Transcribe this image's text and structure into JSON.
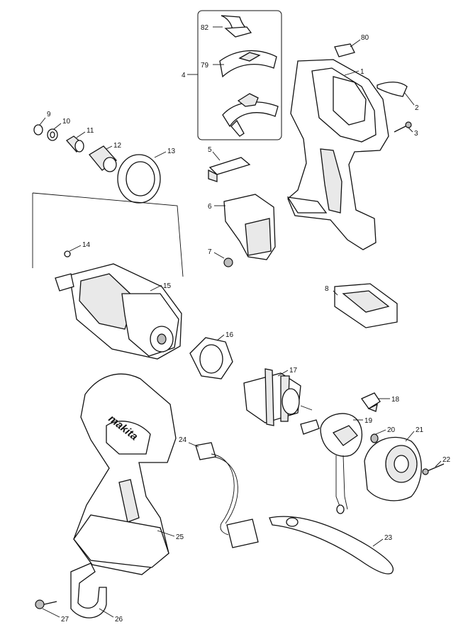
{
  "diagram": {
    "logo_text": "makita",
    "callouts": [
      {
        "key": "c1",
        "label": "1"
      },
      {
        "key": "c2",
        "label": "2"
      },
      {
        "key": "c3",
        "label": "3"
      },
      {
        "key": "c4",
        "label": "4"
      },
      {
        "key": "c5",
        "label": "5"
      },
      {
        "key": "c6",
        "label": "6"
      },
      {
        "key": "c7",
        "label": "7"
      },
      {
        "key": "c8",
        "label": "8"
      },
      {
        "key": "c9",
        "label": "9"
      },
      {
        "key": "c10",
        "label": "10"
      },
      {
        "key": "c11",
        "label": "11"
      },
      {
        "key": "c12",
        "label": "12"
      },
      {
        "key": "c13",
        "label": "13"
      },
      {
        "key": "c14",
        "label": "14"
      },
      {
        "key": "c15",
        "label": "15"
      },
      {
        "key": "c16",
        "label": "16"
      },
      {
        "key": "c17",
        "label": "17"
      },
      {
        "key": "c18",
        "label": "18"
      },
      {
        "key": "c19",
        "label": "19"
      },
      {
        "key": "c20",
        "label": "20"
      },
      {
        "key": "c21",
        "label": "21"
      },
      {
        "key": "c22",
        "label": "22"
      },
      {
        "key": "c23",
        "label": "23"
      },
      {
        "key": "c24",
        "label": "24"
      },
      {
        "key": "c25",
        "label": "25"
      },
      {
        "key": "c26",
        "label": "26"
      },
      {
        "key": "c27",
        "label": "27"
      },
      {
        "key": "c79",
        "label": "79"
      },
      {
        "key": "c80",
        "label": "80"
      },
      {
        "key": "c82",
        "label": "82"
      }
    ]
  }
}
